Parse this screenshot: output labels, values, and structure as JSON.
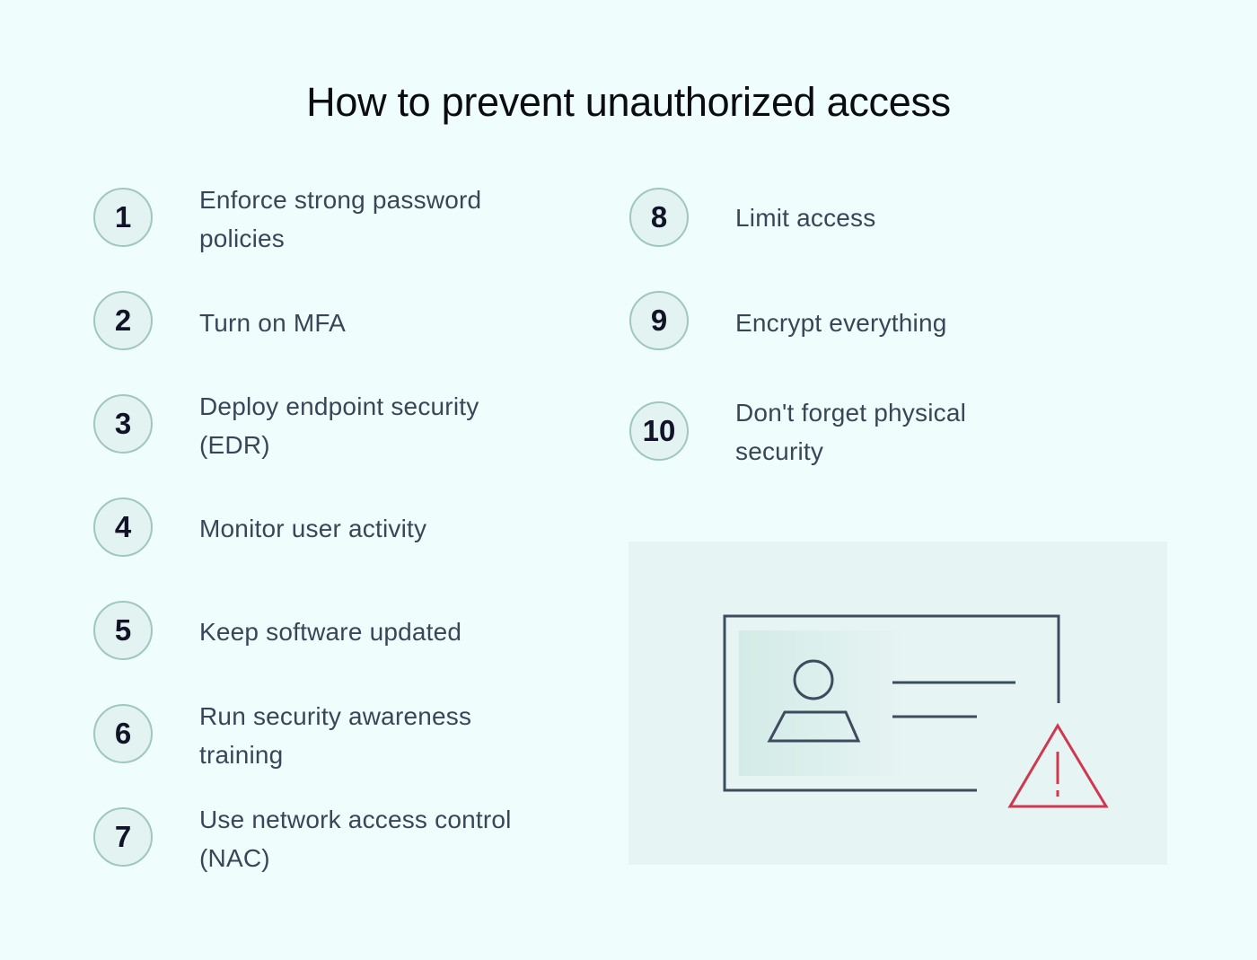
{
  "title": "How to prevent unauthorized access",
  "steps": [
    {
      "number": "1",
      "label": "Enforce strong password\npolicies"
    },
    {
      "number": "2",
      "label": "Turn on MFA"
    },
    {
      "number": "3",
      "label": "Deploy endpoint security\n(EDR)"
    },
    {
      "number": "4",
      "label": "Monitor user activity"
    },
    {
      "number": "5",
      "label": "Keep software updated"
    },
    {
      "number": "6",
      "label": "Run security awareness\ntraining"
    },
    {
      "number": "7",
      "label": "Use network access control\n(NAC)"
    },
    {
      "number": "8",
      "label": "Limit access"
    },
    {
      "number": "9",
      "label": "Encrypt everything"
    },
    {
      "number": "10",
      "label": "Don't forget physical\nsecurity"
    }
  ],
  "illustration": {
    "icons": [
      "id-card-icon",
      "user-avatar-icon",
      "warning-triangle-icon"
    ],
    "colors": {
      "stroke": "#3f4b5e",
      "warning": "#d0384f",
      "panel": "#e6f4f3"
    }
  }
}
